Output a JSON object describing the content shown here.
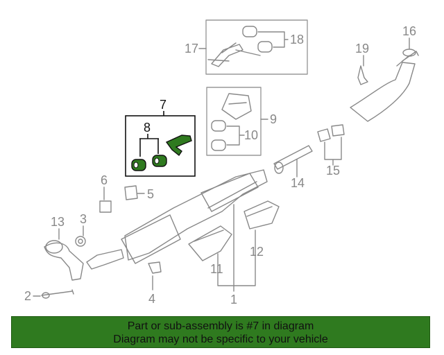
{
  "callouts": {
    "c1": "1",
    "c2": "2",
    "c3": "3",
    "c4": "4",
    "c5": "5",
    "c6": "6",
    "c7": "7",
    "c8": "8",
    "c9": "9",
    "c10": "10",
    "c11": "11",
    "c12": "12",
    "c13": "13",
    "c14": "14",
    "c15": "15",
    "c16": "16",
    "c17": "17",
    "c18": "18",
    "c19": "19"
  },
  "highlight_color": "#2f7a1f",
  "banner": {
    "line1": "Part or sub-assembly is #7 in diagram",
    "line2": "Diagram may not be specific to your vehicle"
  }
}
